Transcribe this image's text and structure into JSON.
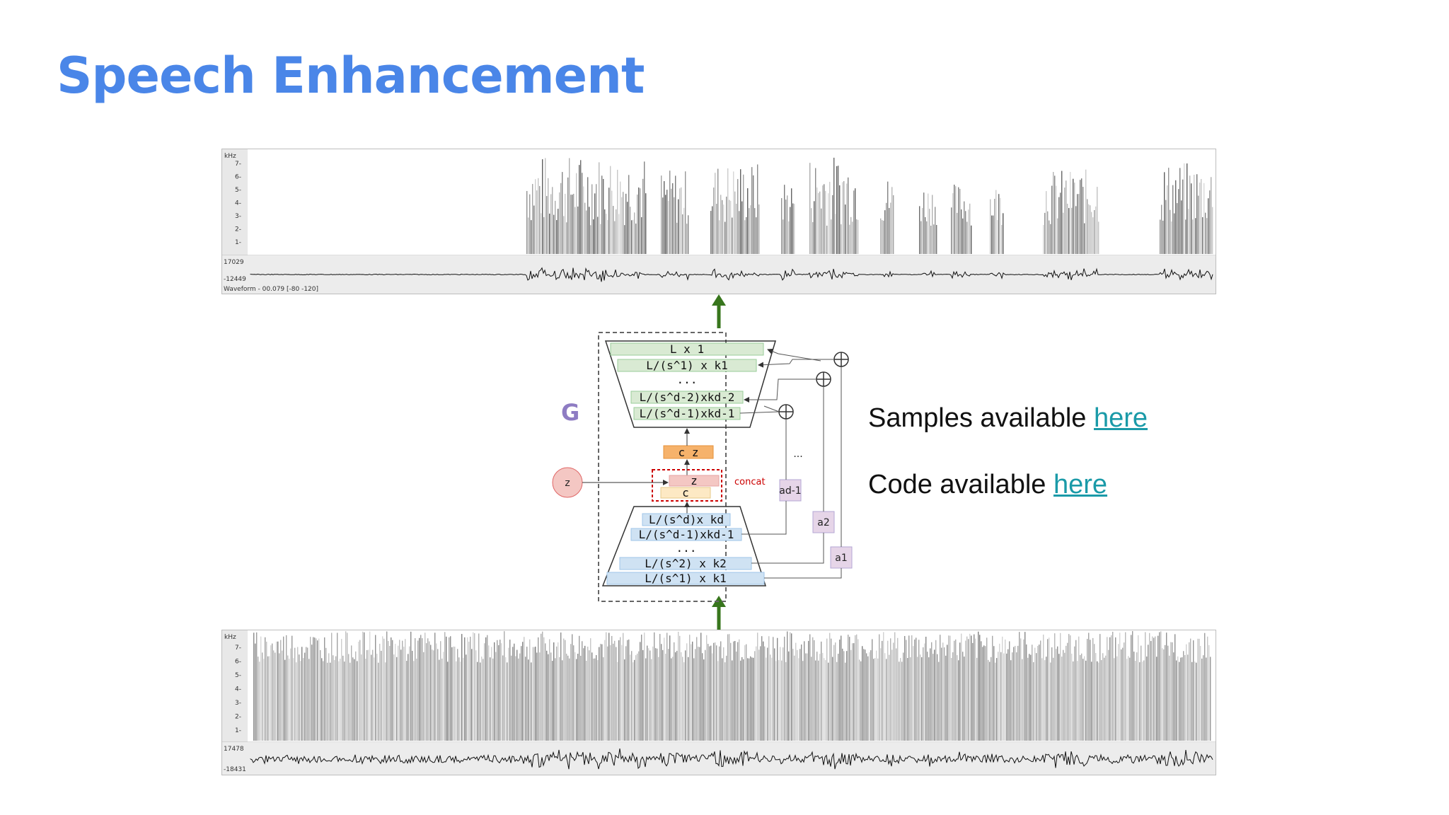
{
  "slide": {
    "title": "Speech Enhancement"
  },
  "top_panel": {
    "axis_unit": "kHz",
    "freq_ticks": [
      "7-",
      "6-",
      "5-",
      "4-",
      "3-",
      "2-",
      "1-"
    ],
    "wave_max": "17029",
    "wave_min": "-12449",
    "wave_caption": "Waveform - 00.079 [-80 -120]"
  },
  "bottom_panel": {
    "axis_unit": "kHz",
    "freq_ticks": [
      "7-",
      "6-",
      "5-",
      "4-",
      "3-",
      "2-",
      "1-"
    ],
    "wave_max": "17478",
    "wave_min": "-18431"
  },
  "diagram": {
    "g_label": "G",
    "decoder_layers": [
      "L x 1",
      "L/(s^1) x k1",
      "...",
      "L/(s^d-2)xkd-2",
      "L/(s^d-1)xkd-1"
    ],
    "encoder_layers": [
      "L/(s^d)x kd",
      "L/(s^d-1)xkd-1",
      "...",
      "L/(s^2) x k2",
      "L/(s^1) x k1"
    ],
    "cz_block": "c z",
    "z_label": "z",
    "c_label": "c",
    "z_input": "z",
    "concat_label": "concat",
    "skip_labels": [
      "ad-1",
      "a2",
      "a1"
    ],
    "skip_dots": "...",
    "colors": {
      "decoder": "#d9ead3",
      "encoder": "#cfe2f3",
      "cz": "#f6b26b",
      "z": "#f4c7c3",
      "c": "#fde9c4",
      "skip": "#e6d5e8",
      "arrow": "#38761d",
      "g_label": "#8e7cc3",
      "concat": "#cc0000"
    }
  },
  "links": {
    "samples_prefix": "Samples available ",
    "samples_link": "here",
    "code_prefix": "Code available ",
    "code_link": "here"
  }
}
